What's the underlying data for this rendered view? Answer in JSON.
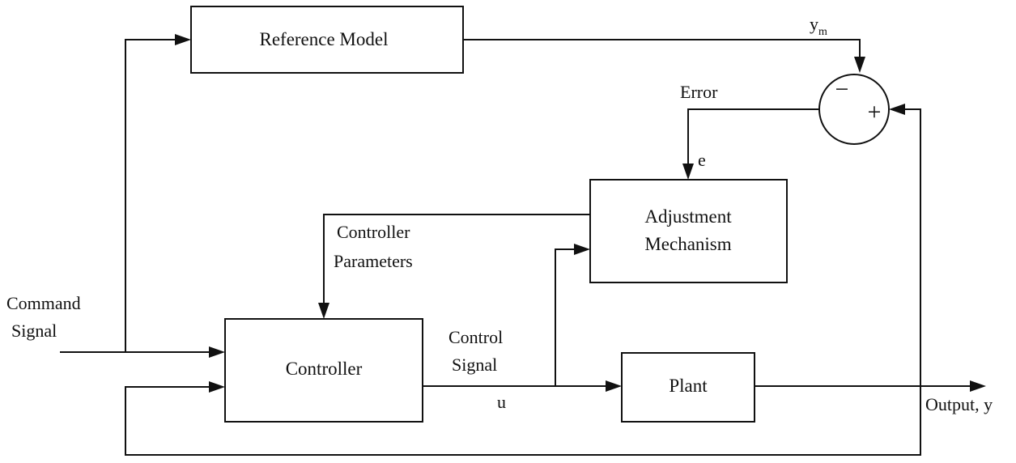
{
  "blocks": {
    "reference_model": "Reference Model",
    "adjustment_line1": "Adjustment",
    "adjustment_line2": "Mechanism",
    "controller": "Controller",
    "plant": "Plant"
  },
  "labels": {
    "ym_base": "y",
    "ym_sub": "m",
    "error": "Error",
    "e": "e",
    "controller_params_line1": "Controller",
    "controller_params_line2": "Parameters",
    "command_line1": "Command",
    "command_line2": "Signal",
    "control_line1": "Control",
    "control_line2": "Signal",
    "u": "u",
    "output": "Output, y"
  },
  "summing_junction": {
    "minus": "−",
    "plus": "+"
  }
}
